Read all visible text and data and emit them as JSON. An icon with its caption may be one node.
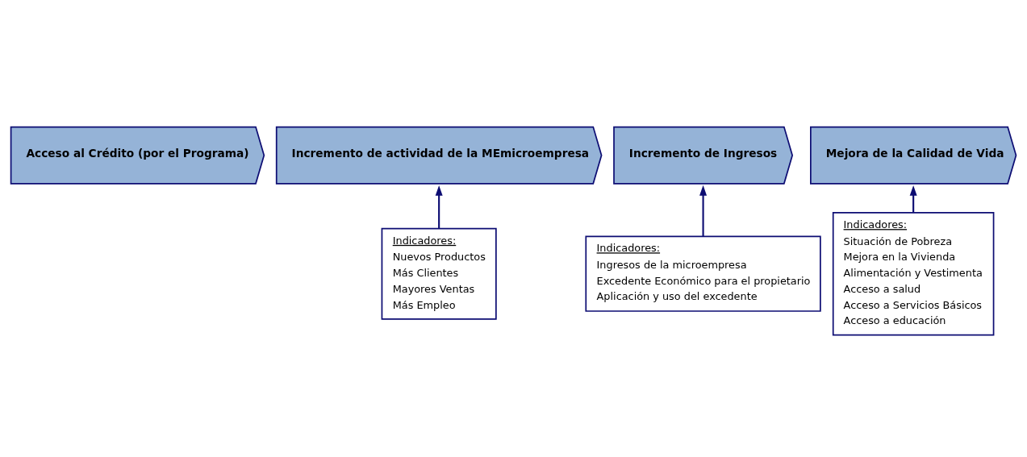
{
  "diagram": {
    "nodes": [
      {
        "text": [
          "Acceso al Crédito (por el Programa)"
        ]
      },
      {
        "text": [
          "Incremento de actividad de la MEmicroempresa"
        ]
      },
      {
        "text": [
          "Incremento de Ingresos"
        ]
      },
      {
        "text": [
          "Mejora de la Calidad de Vida"
        ]
      },
      {
        "text": [
          "Indicadores:",
          "Nuevos Productos",
          "Más Clientes",
          "Mayores Ventas",
          "Más Empleo"
        ]
      },
      {
        "text": [
          "Indicadores:",
          "Ingresos de la microempresa",
          "Excedente Económico para el propietario",
          "Aplicación y uso del excedente"
        ]
      },
      {
        "text": [
          "Indicadores:",
          "Situación de Pobreza",
          "Mejora en la Vivienda",
          "Alimentación y Vestimenta",
          "Acceso a salud",
          "Acceso a Servicios Básicos",
          "Acceso a educación"
        ]
      }
    ],
    "edges": [
      {
        "from": 4,
        "to": 1,
        "arrow": "to"
      },
      {
        "from": 5,
        "to": 2,
        "arrow": "to"
      },
      {
        "from": 6,
        "to": 3,
        "arrow": "to"
      }
    ]
  }
}
